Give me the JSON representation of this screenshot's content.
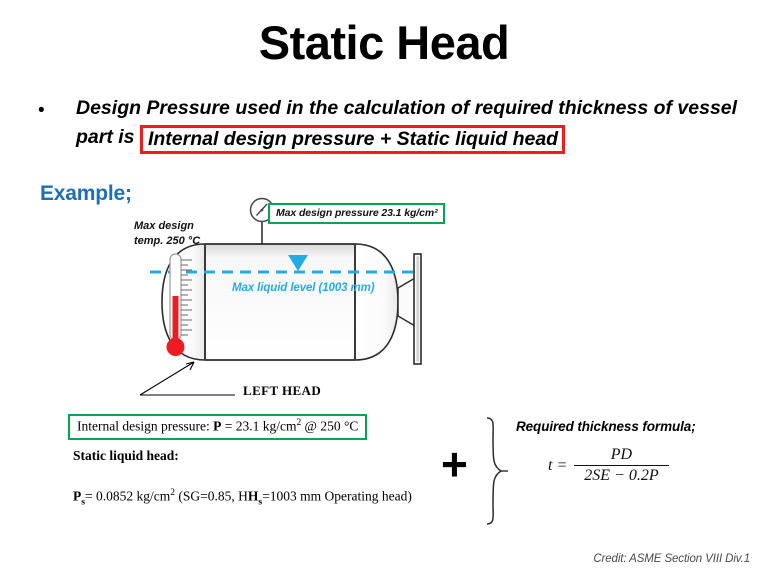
{
  "slide": {
    "title": "Static Head",
    "bullet_marker": "•",
    "bullet_text_lead": "Design Pressure used in the calculation of required thickness of vessel part is ",
    "bullet_text_highlight": "Internal design pressure + Static liquid head",
    "example_label": "Example;",
    "credit": "Credit: ASME Section VIII Div.1"
  },
  "diagram": {
    "pressure_callout": "Max design pressure 23.1 kg/cm²",
    "temp_label_line1": "Max  design",
    "temp_label_line2": "temp. 250 °C",
    "liquid_level_label": "Max liquid level (1003 mm)",
    "left_head_label": "LEFT HEAD",
    "icons": {
      "gauge": "pressure-gauge-icon",
      "thermometer": "thermometer-icon",
      "level_marker": "liquid-level-triangle-icon"
    }
  },
  "data_block": {
    "internal_design_pressure_prefix": "Internal design pressure: ",
    "internal_design_pressure_p": "P",
    "internal_design_pressure_eq": " = 23.1 kg/cm",
    "internal_design_pressure_sup": "2",
    "internal_design_pressure_suffix": " @ 250 °C",
    "static_liquid_head_label": "Static liquid head:",
    "ps_symbol": "P",
    "ps_subscript": "s",
    "ps_value": "= 0.0852 kg/cm",
    "ps_sup": "2",
    "ps_detail_a": " (SG=0.85, H",
    "ps_detail_sub": "s",
    "ps_detail_b": "=1003 mm Operating head)",
    "plus": "+"
  },
  "formula_block": {
    "title": "Required thickness formula;",
    "lhs": "t =",
    "numerator": "PD",
    "denominator": "2SE − 0.2P"
  },
  "colors": {
    "highlight_border": "#ED1C24",
    "callout_border": "#00A651",
    "example_blue": "#1F6FB4",
    "liquid_cyan": "#23ACE3",
    "thermometer_red": "#ED1C24"
  }
}
